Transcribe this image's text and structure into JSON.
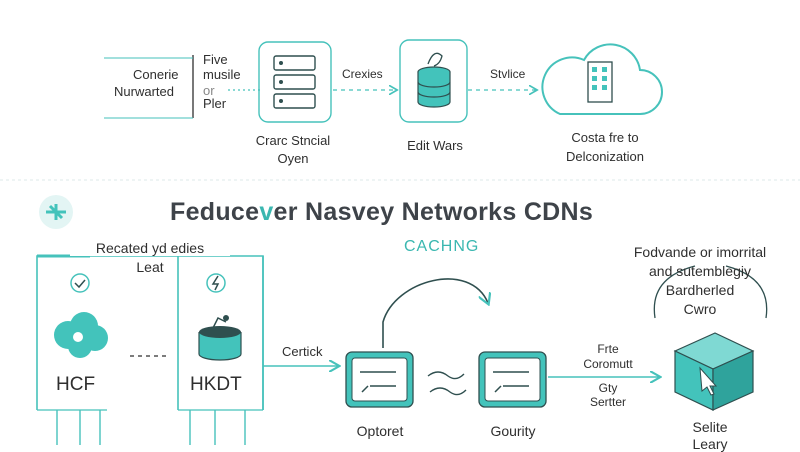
{
  "colors": {
    "accent": "#3ab7b0",
    "fill": "#43c3bb",
    "line": "#46c2bb",
    "text": "#2f2f2f",
    "title": "#3e4349"
  },
  "top": {
    "left_label": [
      "Conerie",
      "Nurwarted"
    ],
    "side_label": [
      "Five",
      "musile",
      "or",
      "Pler"
    ],
    "arrow1_label": "Crexies",
    "arrow2_label": "Stvlice",
    "server_caption": [
      "Crarc Stncial",
      "Oyen"
    ],
    "db_caption": "Edit Wars",
    "cloud_caption": [
      "Costa fre to",
      "Delconization"
    ]
  },
  "heading": {
    "prefix": "Feduce",
    "accent_letter": "v",
    "suffix": "er Nasvey Networks CDNs"
  },
  "left_panel": {
    "caption": [
      "Recated yd edies",
      "Leat"
    ],
    "node1": "HCF",
    "node2": "HKDT"
  },
  "middle": {
    "caching_label": "CACHNG",
    "cetick_label": "Certick",
    "card1_label": "Optoret",
    "card2_label": "Gourity"
  },
  "right": {
    "caption": [
      "Fodvande or imorrital",
      "and sutemblegiy",
      "Bardherled",
      "Cwro"
    ],
    "arrow_label": [
      "Frte",
      "Coromutt",
      "Gty",
      "Sertter"
    ],
    "box_caption": [
      "Selite",
      "Leary"
    ]
  },
  "icons": [
    "top-server-icon",
    "top-database-icon",
    "cloud-building-icon",
    "logo-icon",
    "checkmark-icon",
    "lightning-icon",
    "cloud-icon",
    "database-icon",
    "cursor-box-icon"
  ]
}
